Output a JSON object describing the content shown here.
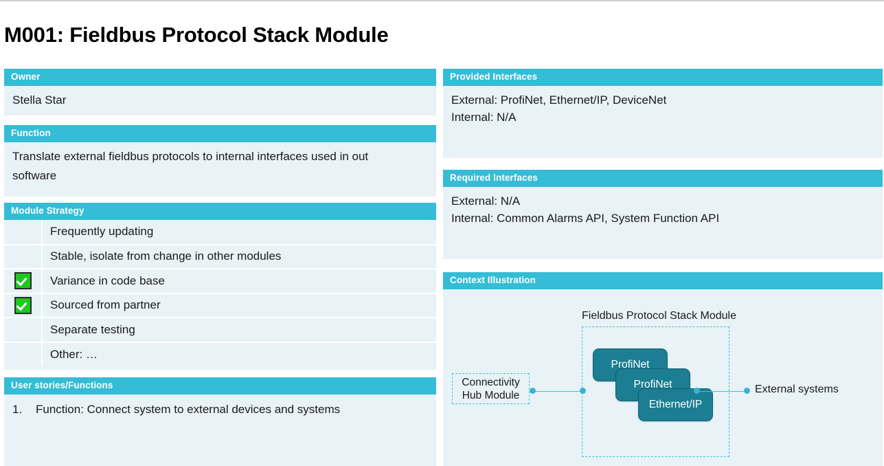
{
  "title": "M001: Fieldbus Protocol Stack Module",
  "colors": {
    "header_bar": "#35bcd6",
    "panel_background": "#e8f2f7",
    "checkbox_green": "#1fc71f",
    "diagram_box_fill": "#1b7e92",
    "connector": "#39b3d4"
  },
  "owner": {
    "heading": "Owner",
    "value": "Stella Star"
  },
  "function": {
    "heading": "Function",
    "line1": "Translate external fieldbus protocols to internal interfaces used in out",
    "line2": "software"
  },
  "module_strategy": {
    "heading": "Module Strategy",
    "rows": [
      {
        "checked": false,
        "label": "Frequently updating"
      },
      {
        "checked": false,
        "label": "Stable, isolate from change in other modules"
      },
      {
        "checked": true,
        "label": "Variance in code base"
      },
      {
        "checked": true,
        "label": "Sourced from partner"
      },
      {
        "checked": false,
        "label": "Separate testing"
      },
      {
        "checked": false,
        "label": "Other: …"
      }
    ]
  },
  "user_stories": {
    "heading": "User stories/Functions",
    "items": [
      {
        "number": "1.",
        "text": "Function: Connect system to external devices and systems"
      }
    ]
  },
  "provided_interfaces": {
    "heading": "Provided Interfaces",
    "line1": "External: ProfiNet, Ethernet/IP, DeviceNet",
    "line2": "Internal: N/A"
  },
  "required_interfaces": {
    "heading": "Required Interfaces",
    "line1": "External: N/A",
    "line2": "Internal: Common Alarms API, System Function API"
  },
  "context_illustration": {
    "heading": "Context Illustration",
    "module_frame_label": "Fieldbus Protocol Stack Module",
    "hub_line1": "Connectivity",
    "hub_line2": "Hub Module",
    "protocol_boxes": [
      "ProfiNet",
      "ProfiNet",
      "Ethernet/IP"
    ],
    "external_label": "External systems"
  }
}
